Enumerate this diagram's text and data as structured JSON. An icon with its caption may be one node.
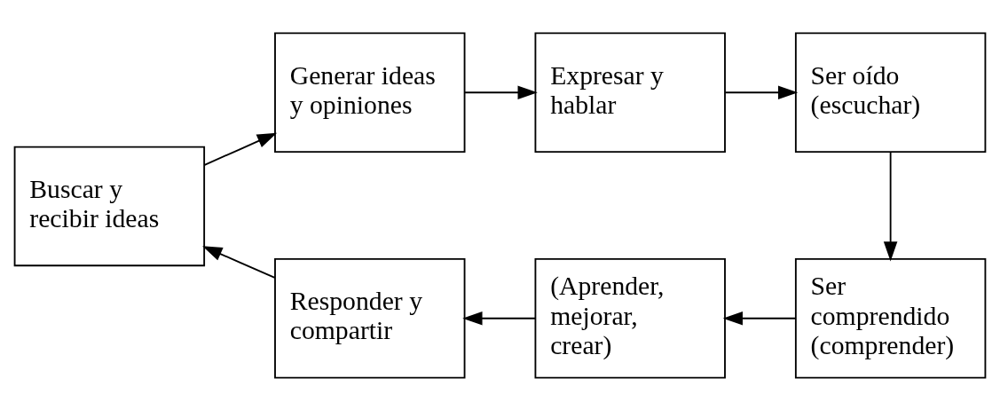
{
  "diagram": {
    "nodes": [
      {
        "text": [
          "Buscar y recibir ideas"
        ]
      },
      {
        "text": [
          "Generar ideas y opiniones"
        ]
      },
      {
        "text": [
          "Expresar y hablar"
        ]
      },
      {
        "text": [
          "Ser oído (escuchar)"
        ]
      },
      {
        "text": [
          "Ser comprendido (comprender)"
        ]
      },
      {
        "text": [
          "(Aprender, mejorar, crear)"
        ]
      },
      {
        "text": [
          "Responder y compartir"
        ]
      }
    ],
    "edges": [
      {
        "from": 0,
        "to": 1,
        "arrow": "to"
      },
      {
        "from": 1,
        "to": 2,
        "arrow": "to"
      },
      {
        "from": 2,
        "to": 3,
        "arrow": "to"
      },
      {
        "from": 3,
        "to": 4,
        "arrow": "to"
      },
      {
        "from": 4,
        "to": 5,
        "arrow": "to"
      },
      {
        "from": 5,
        "to": 6,
        "arrow": "to"
      },
      {
        "from": 6,
        "to": 0,
        "arrow": "to"
      }
    ]
  }
}
